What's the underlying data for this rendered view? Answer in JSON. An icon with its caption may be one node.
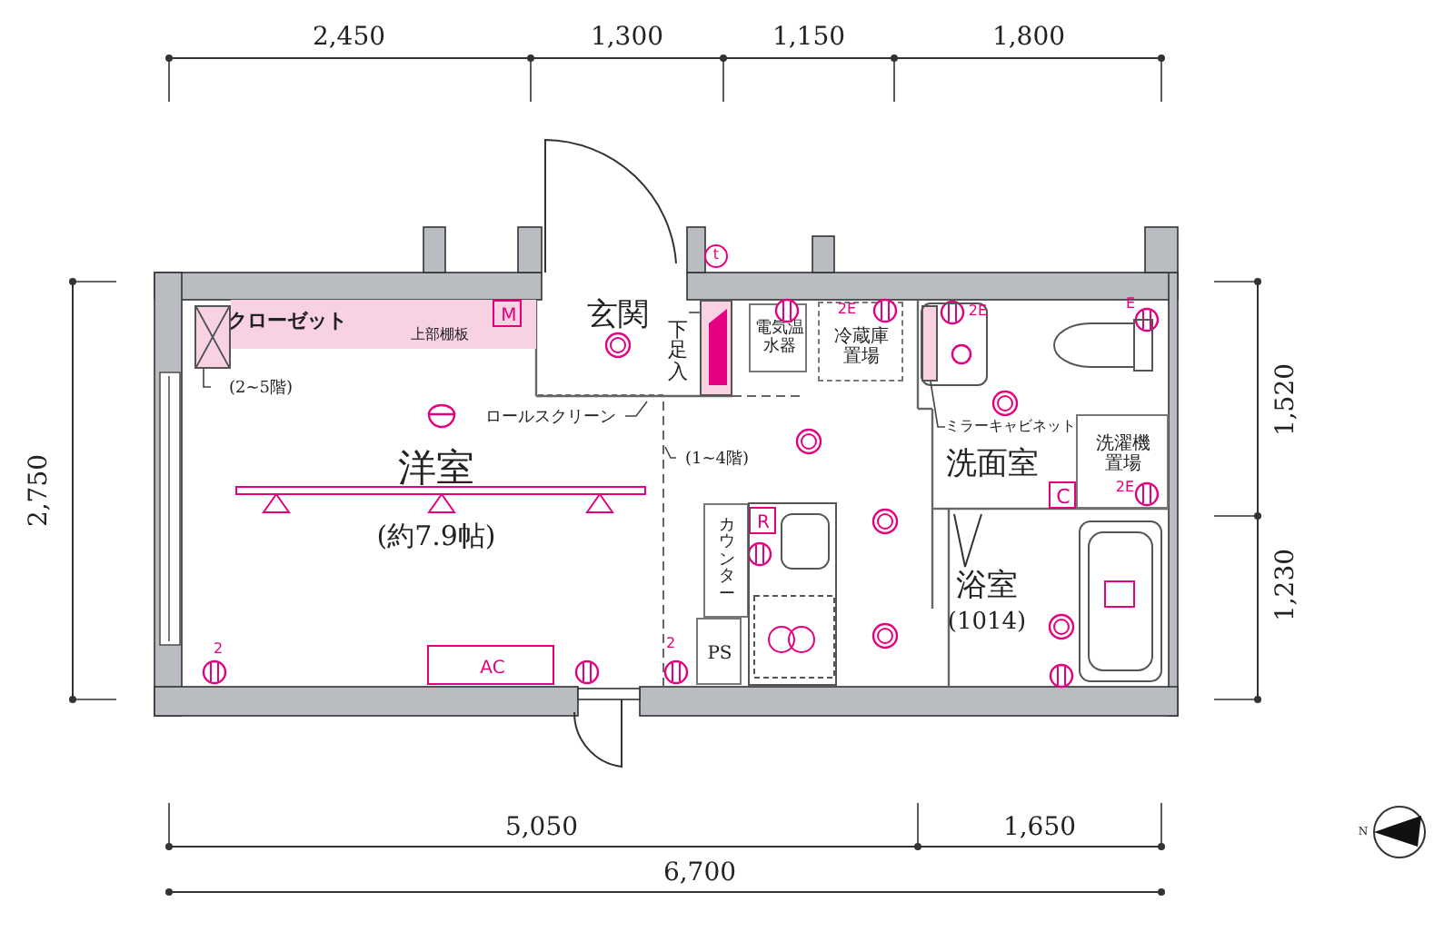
{
  "diagram": {
    "nodes": [
      {
        "text": [
          "洋室",
          "(約7.9帖)"
        ]
      },
      {
        "text": [
          "クローゼット"
        ],
        "in": 0
      },
      {
        "text": [
          "上部棚板"
        ],
        "in": 0
      },
      {
        "text": [
          "M"
        ],
        "in": 2
      },
      {
        "text": [
          "玄関"
        ]
      },
      {
        "text": [],
        "shape": "box"
      },
      {
        "text": [
          "下足入"
        ],
        "in": 4
      },
      {
        "text": [
          "電気温水器"
        ]
      },
      {
        "text": [
          "冷蔵庫置場"
        ]
      },
      {
        "text": [
          "洗面室"
        ]
      },
      {
        "text": [
          "洗濯機置場"
        ],
        "in": 9
      },
      {
        "text": [
          "C"
        ],
        "in": 9
      },
      {
        "text": [
          "浴室",
          "(1014)"
        ]
      },
      {
        "text": [
          "カウンター"
        ]
      },
      {
        "text": [
          "R"
        ]
      },
      {
        "text": [
          "PS"
        ]
      },
      {
        "text": [
          "AC"
        ],
        "in": 0
      },
      {
        "text": [],
        "shape": "box",
        "in": 0
      },
      {
        "text": [
          "(2~5階)"
        ],
        "in": 0
      },
      {
        "text": [
          "ロールスクリーン"
        ],
        "in": 0
      },
      {
        "text": [
          "(1~4階)"
        ]
      },
      {
        "text": [
          "ミラーキャビネット"
        ],
        "in": 9
      },
      {
        "text": [],
        "shape": "box",
        "in": 9
      },
      {
        "text": [],
        "shape": "bar",
        "in": 0
      }
    ],
    "edges": [
      {
        "from": 18,
        "to": 17,
        "arrow": "none"
      },
      {
        "from": 19,
        "to": 23,
        "arrow": "none"
      },
      {
        "from": 20,
        "to": null,
        "arrow": "none"
      },
      {
        "from": 21,
        "to": 22,
        "arrow": "none"
      },
      {
        "from": 6,
        "to": 5,
        "arrow": "none"
      }
    ],
    "labels": [
      "2,450",
      "1,300",
      "1,150",
      "1,800",
      "2,750",
      "1,520",
      "1,230",
      "5,050",
      "1,650",
      "6,700",
      "t",
      "2E",
      "2E",
      "E",
      "2E",
      "2",
      "2",
      "N"
    ]
  }
}
